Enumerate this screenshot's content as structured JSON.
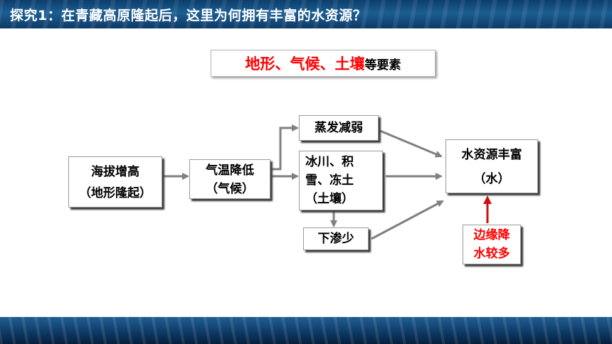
{
  "header": {
    "title": "探究1：在青藏高原隆起后，这里为何拥有丰富的水资源？"
  },
  "heading": {
    "red_text": "地形、气候、土壤",
    "black_text": "等要素"
  },
  "nodes": {
    "altitude": {
      "line1": "海拔增高",
      "line2": "（地形隆起）"
    },
    "temperature": {
      "line1": "气温降低",
      "line2": "（气候）"
    },
    "evaporation": {
      "line1": "蒸发减弱"
    },
    "glacier": {
      "line1": "冰川、积",
      "line2": "雪、冻土",
      "line3": "（土壤）"
    },
    "seepage": {
      "line1": "下渗少"
    },
    "water": {
      "line1": "水资源丰富",
      "line2": "（水）"
    },
    "precip": {
      "line1": "边缘降",
      "line2": "水较多"
    }
  },
  "colors": {
    "accent_red": "#ff0000",
    "banner_blue": "#1a5e93",
    "arrow_gray": "#808080"
  }
}
